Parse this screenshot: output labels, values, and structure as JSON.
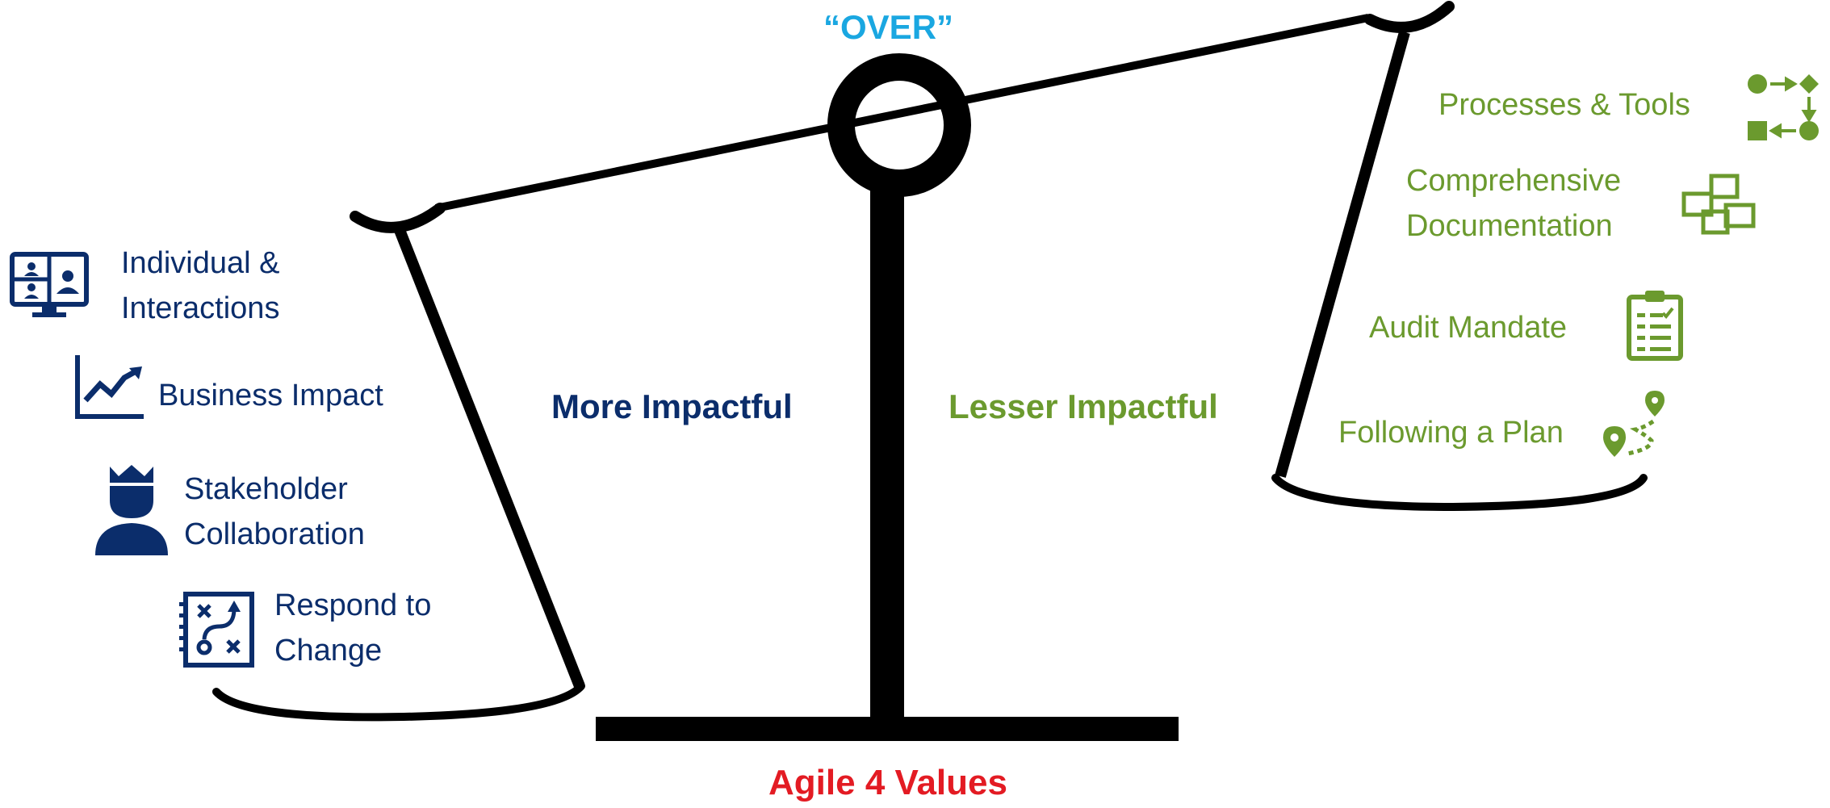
{
  "header": {
    "over_label": "“OVER”"
  },
  "footer": {
    "title": "Agile 4 Values"
  },
  "center": {
    "left_label": "More Impactful",
    "right_label": "Lesser Impactful"
  },
  "left_items": [
    {
      "line1": "Individual &",
      "line2": "Interactions",
      "icon": "video-conference-icon"
    },
    {
      "line1": "Business Impact",
      "icon": "trend-chart-icon"
    },
    {
      "line1": "Stakeholder",
      "line2": "Collaboration",
      "icon": "stakeholder-king-icon"
    },
    {
      "line1": "Respond to",
      "line2": "Change",
      "icon": "strategy-board-icon"
    }
  ],
  "right_items": [
    {
      "line1": "Processes & Tools",
      "icon": "process-flow-icon"
    },
    {
      "line1": "Comprehensive",
      "line2": "Documentation",
      "icon": "documents-icon"
    },
    {
      "line1": "Audit Mandate",
      "icon": "clipboard-checklist-icon"
    },
    {
      "line1": "Following a Plan",
      "icon": "route-plan-icon"
    }
  ],
  "colors": {
    "left": "#0b2d6b",
    "right": "#6b9a2e",
    "over": "#1aa7e1",
    "title": "#e31b23",
    "scale": "#000000"
  }
}
